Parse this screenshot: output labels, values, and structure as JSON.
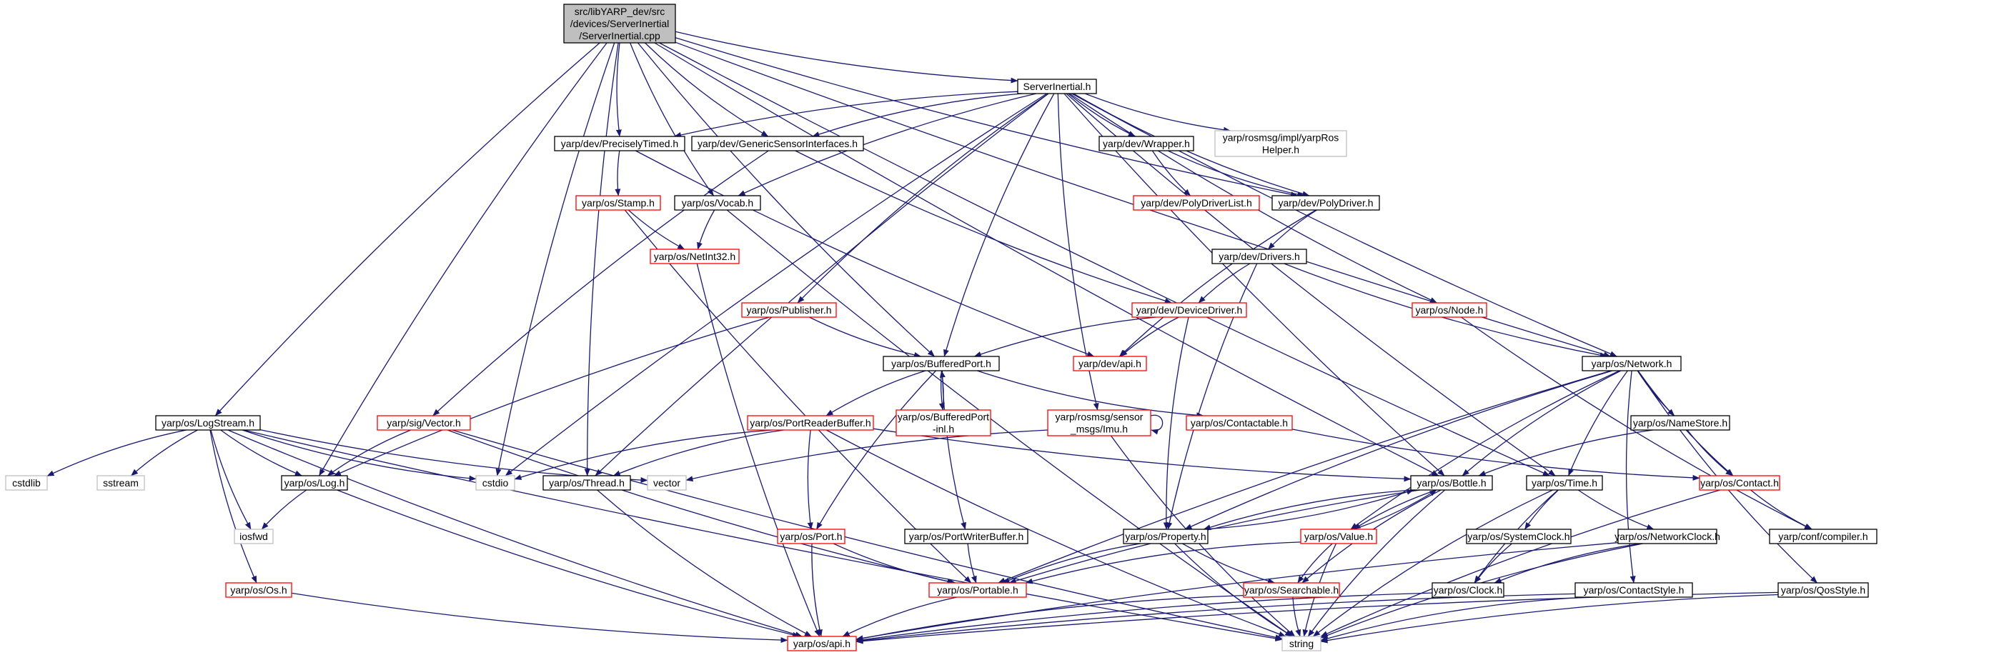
{
  "colors": {
    "edge": "#191970",
    "normal_border": "#000000",
    "missing_border": "#ff0000",
    "external_border": "#bfbfbf",
    "root_fill": "#bfbfbf"
  },
  "nodes": [
    {
      "id": "root",
      "lines": [
        "src/libYARP_dev/src",
        "/devices/ServerInertial",
        "/ServerInertial.cpp"
      ],
      "style": "root"
    },
    {
      "id": "serverinertial",
      "lines": [
        "ServerInertial.h"
      ],
      "style": "normal"
    },
    {
      "id": "preciselytimed",
      "lines": [
        "yarp/dev/PreciselyTimed.h"
      ],
      "style": "normal"
    },
    {
      "id": "genericsensor",
      "lines": [
        "yarp/dev/GenericSensorInterfaces.h"
      ],
      "style": "normal"
    },
    {
      "id": "wrapper",
      "lines": [
        "yarp/dev/Wrapper.h"
      ],
      "style": "normal"
    },
    {
      "id": "rosmsghelper",
      "lines": [
        "yarp/rosmsg/impl/yarpRos",
        "Helper.h"
      ],
      "style": "gray"
    },
    {
      "id": "stamp",
      "lines": [
        "yarp/os/Stamp.h"
      ],
      "style": "red"
    },
    {
      "id": "vocab",
      "lines": [
        "yarp/os/Vocab.h"
      ],
      "style": "normal"
    },
    {
      "id": "polydriverlist",
      "lines": [
        "yarp/dev/PolyDriverList.h"
      ],
      "style": "red"
    },
    {
      "id": "polydriver",
      "lines": [
        "yarp/dev/PolyDriver.h"
      ],
      "style": "normal"
    },
    {
      "id": "netint32",
      "lines": [
        "yarp/os/NetInt32.h"
      ],
      "style": "red"
    },
    {
      "id": "drivers",
      "lines": [
        "yarp/dev/Drivers.h"
      ],
      "style": "normal"
    },
    {
      "id": "publisher",
      "lines": [
        "yarp/os/Publisher.h"
      ],
      "style": "red"
    },
    {
      "id": "devicedriver",
      "lines": [
        "yarp/dev/DeviceDriver.h"
      ],
      "style": "red"
    },
    {
      "id": "node",
      "lines": [
        "yarp/os/Node.h"
      ],
      "style": "red"
    },
    {
      "id": "bufferedport",
      "lines": [
        "yarp/os/BufferedPort.h"
      ],
      "style": "normal"
    },
    {
      "id": "devapi",
      "lines": [
        "yarp/dev/api.h"
      ],
      "style": "red"
    },
    {
      "id": "network",
      "lines": [
        "yarp/os/Network.h"
      ],
      "style": "normal"
    },
    {
      "id": "logstream",
      "lines": [
        "yarp/os/LogStream.h"
      ],
      "style": "normal"
    },
    {
      "id": "sigvector",
      "lines": [
        "yarp/sig/Vector.h"
      ],
      "style": "red"
    },
    {
      "id": "portreaderbuffer",
      "lines": [
        "yarp/os/PortReaderBuffer.h"
      ],
      "style": "red"
    },
    {
      "id": "bufferedportinl",
      "lines": [
        "yarp/os/BufferedPort",
        "-inl.h"
      ],
      "style": "red"
    },
    {
      "id": "imu",
      "lines": [
        "yarp/rosmsg/sensor",
        "_msgs/Imu.h"
      ],
      "style": "red"
    },
    {
      "id": "contactable",
      "lines": [
        "yarp/os/Contactable.h"
      ],
      "style": "red"
    },
    {
      "id": "namestore",
      "lines": [
        "yarp/os/NameStore.h"
      ],
      "style": "normal"
    },
    {
      "id": "cstdlib",
      "lines": [
        "cstdlib"
      ],
      "style": "gray"
    },
    {
      "id": "sstream",
      "lines": [
        "sstream"
      ],
      "style": "gray"
    },
    {
      "id": "log",
      "lines": [
        "yarp/os/Log.h"
      ],
      "style": "normal"
    },
    {
      "id": "cstdio",
      "lines": [
        "cstdio"
      ],
      "style": "gray"
    },
    {
      "id": "thread",
      "lines": [
        "yarp/os/Thread.h"
      ],
      "style": "normal"
    },
    {
      "id": "vector",
      "lines": [
        "vector"
      ],
      "style": "gray"
    },
    {
      "id": "bottle",
      "lines": [
        "yarp/os/Bottle.h"
      ],
      "style": "normal"
    },
    {
      "id": "time",
      "lines": [
        "yarp/os/Time.h"
      ],
      "style": "normal"
    },
    {
      "id": "contact",
      "lines": [
        "yarp/os/Contact.h"
      ],
      "style": "red"
    },
    {
      "id": "iosfwd",
      "lines": [
        "iosfwd"
      ],
      "style": "gray"
    },
    {
      "id": "portwriterbuffer",
      "lines": [
        "yarp/os/PortWriterBuffer.h"
      ],
      "style": "normal"
    },
    {
      "id": "port",
      "lines": [
        "yarp/os/Port.h"
      ],
      "style": "red"
    },
    {
      "id": "property",
      "lines": [
        "yarp/os/Property.h"
      ],
      "style": "normal"
    },
    {
      "id": "value",
      "lines": [
        "yarp/os/Value.h"
      ],
      "style": "red"
    },
    {
      "id": "systemclock",
      "lines": [
        "yarp/os/SystemClock.h"
      ],
      "style": "normal"
    },
    {
      "id": "networkclock",
      "lines": [
        "yarp/os/NetworkClock.h"
      ],
      "style": "normal"
    },
    {
      "id": "compiler",
      "lines": [
        "yarp/conf/compiler.h"
      ],
      "style": "normal"
    },
    {
      "id": "os",
      "lines": [
        "yarp/os/Os.h"
      ],
      "style": "red"
    },
    {
      "id": "portable",
      "lines": [
        "yarp/os/Portable.h"
      ],
      "style": "red"
    },
    {
      "id": "searchable",
      "lines": [
        "yarp/os/Searchable.h"
      ],
      "style": "red"
    },
    {
      "id": "clock",
      "lines": [
        "yarp/os/Clock.h"
      ],
      "style": "normal"
    },
    {
      "id": "contactstyle",
      "lines": [
        "yarp/os/ContactStyle.h"
      ],
      "style": "normal"
    },
    {
      "id": "qosstyle",
      "lines": [
        "yarp/os/QosStyle.h"
      ],
      "style": "normal"
    },
    {
      "id": "osapi",
      "lines": [
        "yarp/os/api.h"
      ],
      "style": "red"
    },
    {
      "id": "string",
      "lines": [
        "string"
      ],
      "style": "gray"
    }
  ],
  "edges": [
    [
      "root",
      "serverinertial"
    ],
    [
      "root",
      "preciselytimed"
    ],
    [
      "root",
      "genericsensor"
    ],
    [
      "root",
      "vocab"
    ],
    [
      "root",
      "polydriver"
    ],
    [
      "root",
      "bufferedport"
    ],
    [
      "root",
      "network"
    ],
    [
      "root",
      "logstream"
    ],
    [
      "root",
      "log"
    ],
    [
      "root",
      "cstdio"
    ],
    [
      "root",
      "thread"
    ],
    [
      "root",
      "bottle"
    ],
    [
      "root",
      "time"
    ],
    [
      "serverinertial",
      "preciselytimed"
    ],
    [
      "serverinertial",
      "genericsensor"
    ],
    [
      "serverinertial",
      "wrapper"
    ],
    [
      "serverinertial",
      "rosmsghelper"
    ],
    [
      "serverinertial",
      "vocab"
    ],
    [
      "serverinertial",
      "polydriver"
    ],
    [
      "serverinertial",
      "publisher"
    ],
    [
      "serverinertial",
      "node"
    ],
    [
      "serverinertial",
      "bufferedport"
    ],
    [
      "serverinertial",
      "network"
    ],
    [
      "serverinertial",
      "imu"
    ],
    [
      "serverinertial",
      "cstdio"
    ],
    [
      "serverinertial",
      "thread"
    ],
    [
      "serverinertial",
      "bottle"
    ],
    [
      "serverinertial",
      "time"
    ],
    [
      "preciselytimed",
      "stamp"
    ],
    [
      "preciselytimed",
      "devapi"
    ],
    [
      "genericsensor",
      "devicedriver"
    ],
    [
      "genericsensor",
      "sigvector"
    ],
    [
      "wrapper",
      "polydriverlist"
    ],
    [
      "wrapper",
      "polydriver"
    ],
    [
      "stamp",
      "netint32"
    ],
    [
      "stamp",
      "portable"
    ],
    [
      "vocab",
      "netint32"
    ],
    [
      "vocab",
      "string"
    ],
    [
      "polydriver",
      "drivers"
    ],
    [
      "polydriver",
      "devapi"
    ],
    [
      "netint32",
      "osapi"
    ],
    [
      "drivers",
      "devicedriver"
    ],
    [
      "drivers",
      "network"
    ],
    [
      "drivers",
      "property"
    ],
    [
      "publisher",
      "bufferedport"
    ],
    [
      "publisher",
      "log"
    ],
    [
      "devicedriver",
      "bufferedport"
    ],
    [
      "devicedriver",
      "devapi"
    ],
    [
      "devicedriver",
      "property"
    ],
    [
      "node",
      "compiler"
    ],
    [
      "bufferedport",
      "portreaderbuffer"
    ],
    [
      "bufferedport",
      "bufferedportinl"
    ],
    [
      "bufferedport",
      "contactable"
    ],
    [
      "bufferedport",
      "port"
    ],
    [
      "bufferedport",
      "portwriterbuffer"
    ],
    [
      "bufferedportinl",
      "bufferedport"
    ],
    [
      "network",
      "namestore"
    ],
    [
      "network",
      "contact"
    ],
    [
      "network",
      "time"
    ],
    [
      "network",
      "bottle"
    ],
    [
      "network",
      "portable"
    ],
    [
      "network",
      "contactstyle"
    ],
    [
      "network",
      "qosstyle"
    ],
    [
      "network",
      "value"
    ],
    [
      "network",
      "property"
    ],
    [
      "logstream",
      "cstdlib"
    ],
    [
      "logstream",
      "sstream"
    ],
    [
      "logstream",
      "log"
    ],
    [
      "logstream",
      "cstdio"
    ],
    [
      "logstream",
      "vector"
    ],
    [
      "logstream",
      "iosfwd"
    ],
    [
      "logstream",
      "os"
    ],
    [
      "logstream",
      "osapi"
    ],
    [
      "logstream",
      "string"
    ],
    [
      "sigvector",
      "log"
    ],
    [
      "sigvector",
      "portable"
    ],
    [
      "sigvector",
      "string"
    ],
    [
      "portreaderbuffer",
      "cstdio"
    ],
    [
      "portreaderbuffer",
      "thread"
    ],
    [
      "portreaderbuffer",
      "port"
    ],
    [
      "portreaderbuffer",
      "bottle"
    ],
    [
      "portreaderbuffer",
      "string"
    ],
    [
      "imu",
      "imu"
    ],
    [
      "imu",
      "vector"
    ],
    [
      "imu",
      "string"
    ],
    [
      "contactable",
      "contact"
    ],
    [
      "namestore",
      "contact"
    ],
    [
      "namestore",
      "bottle"
    ],
    [
      "log",
      "iosfwd"
    ],
    [
      "log",
      "osapi"
    ],
    [
      "thread",
      "osapi"
    ],
    [
      "bottle",
      "property"
    ],
    [
      "bottle",
      "value"
    ],
    [
      "bottle",
      "searchable"
    ],
    [
      "bottle",
      "portable"
    ],
    [
      "bottle",
      "string"
    ],
    [
      "time",
      "systemclock"
    ],
    [
      "time",
      "networkclock"
    ],
    [
      "time",
      "clock"
    ],
    [
      "time",
      "string"
    ],
    [
      "contact",
      "compiler"
    ],
    [
      "contact",
      "string"
    ],
    [
      "portwriterbuffer",
      "portable"
    ],
    [
      "port",
      "portable"
    ],
    [
      "port",
      "osapi"
    ],
    [
      "property",
      "bottle"
    ],
    [
      "property",
      "portable"
    ],
    [
      "property",
      "searchable"
    ],
    [
      "property",
      "string"
    ],
    [
      "value",
      "bottle"
    ],
    [
      "value",
      "portable"
    ],
    [
      "value",
      "searchable"
    ],
    [
      "value",
      "string"
    ],
    [
      "systemclock",
      "clock"
    ],
    [
      "networkclock",
      "clock"
    ],
    [
      "networkclock",
      "osapi"
    ],
    [
      "networkclock",
      "string"
    ],
    [
      "os",
      "osapi"
    ],
    [
      "portable",
      "osapi"
    ],
    [
      "searchable",
      "osapi"
    ],
    [
      "searchable",
      "string"
    ],
    [
      "clock",
      "osapi"
    ],
    [
      "contactstyle",
      "osapi"
    ],
    [
      "contactstyle",
      "string"
    ],
    [
      "qosstyle",
      "osapi"
    ],
    [
      "qosstyle",
      "string"
    ]
  ]
}
